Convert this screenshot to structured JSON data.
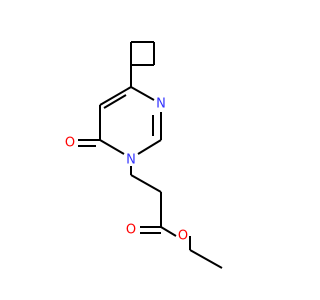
{
  "molecule": {
    "atom_labels": {
      "ring_nitrogen_top": "N",
      "ring_nitrogen_bottom": "N",
      "carbonyl_oxygen": "O",
      "ester_carbonyl_oxygen": "O",
      "ester_ether_oxygen": "O"
    },
    "colors": {
      "bond": "#000000",
      "nitrogen": "#3333ff",
      "oxygen": "#ff0000"
    }
  }
}
